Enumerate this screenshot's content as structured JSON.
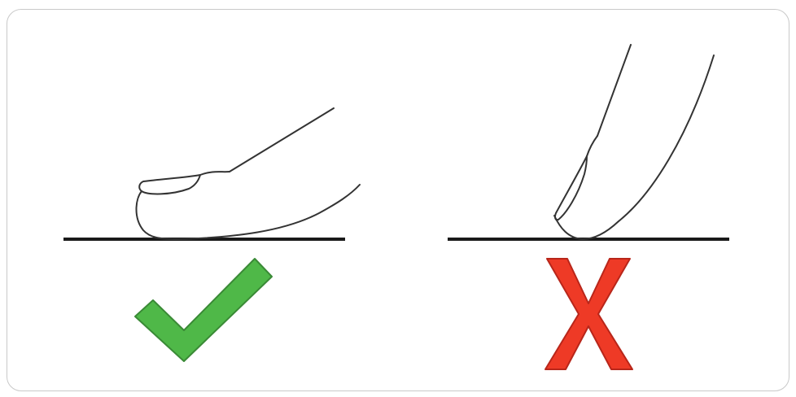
{
  "panels": [
    {
      "id": "correct",
      "verdict": "correct",
      "finger_pose": "flat-pad",
      "mark_icon": "checkmark-icon",
      "mark_color": "#4fb848",
      "mark_outline": "#3a8a36"
    },
    {
      "id": "incorrect",
      "verdict": "incorrect",
      "finger_pose": "fingertip",
      "mark_icon": "x-mark-icon",
      "mark_color": "#ee3a26",
      "mark_outline": "#b8261a"
    }
  ],
  "colors": {
    "line": "#1a1a1a",
    "finger_outline": "#333333",
    "border": "#c9c9c9"
  }
}
